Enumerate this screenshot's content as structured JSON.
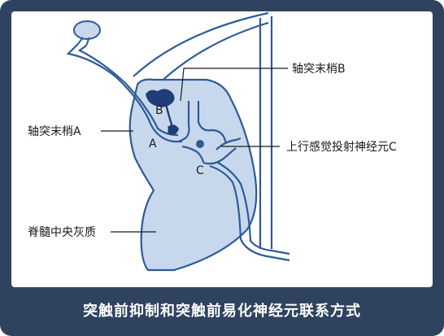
{
  "caption": "突触前抑制和突触前易化神经元联系方式",
  "labels": {
    "terminal_b": "轴突末梢B",
    "terminal_a": "轴突末梢A",
    "neuron_c": "上行感觉投射神经元C",
    "gray_matter": "脊髓中央灰质",
    "marker_a": "A",
    "marker_b": "B",
    "marker_c": "C"
  },
  "colors": {
    "frame": "#2f4360",
    "stroke": "#2d5a9a",
    "fill": "#c8d8ec",
    "dark": "#1f3d78"
  }
}
